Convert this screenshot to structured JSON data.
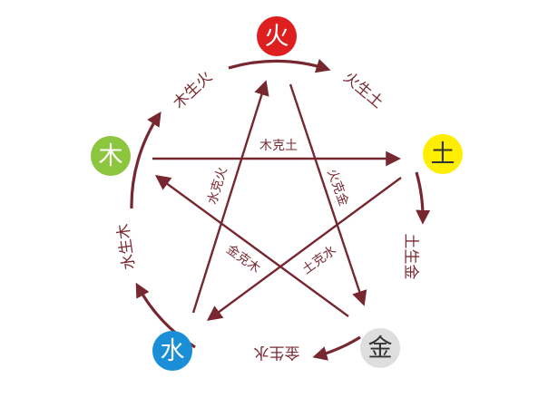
{
  "colors": {
    "arrow": "#772730",
    "fire": "#dd1f1f",
    "earth": "#ffee00",
    "metal": "#dedede",
    "water": "#1a8fd8",
    "wood": "#8cc63f"
  },
  "nodes": {
    "fire": {
      "label": "火"
    },
    "earth": {
      "label": "土"
    },
    "metal": {
      "label": "金"
    },
    "water": {
      "label": "水"
    },
    "wood": {
      "label": "木"
    }
  },
  "generating": {
    "wood_fire": "木生火",
    "fire_earth": "火生土",
    "earth_metal": "土生金",
    "metal_water": "金生水",
    "water_wood": "水生木"
  },
  "overcoming": {
    "wood_earth": "木克土",
    "fire_metal": "火克金",
    "earth_water": "土克水",
    "metal_wood": "金克木",
    "water_fire": "水克火"
  }
}
